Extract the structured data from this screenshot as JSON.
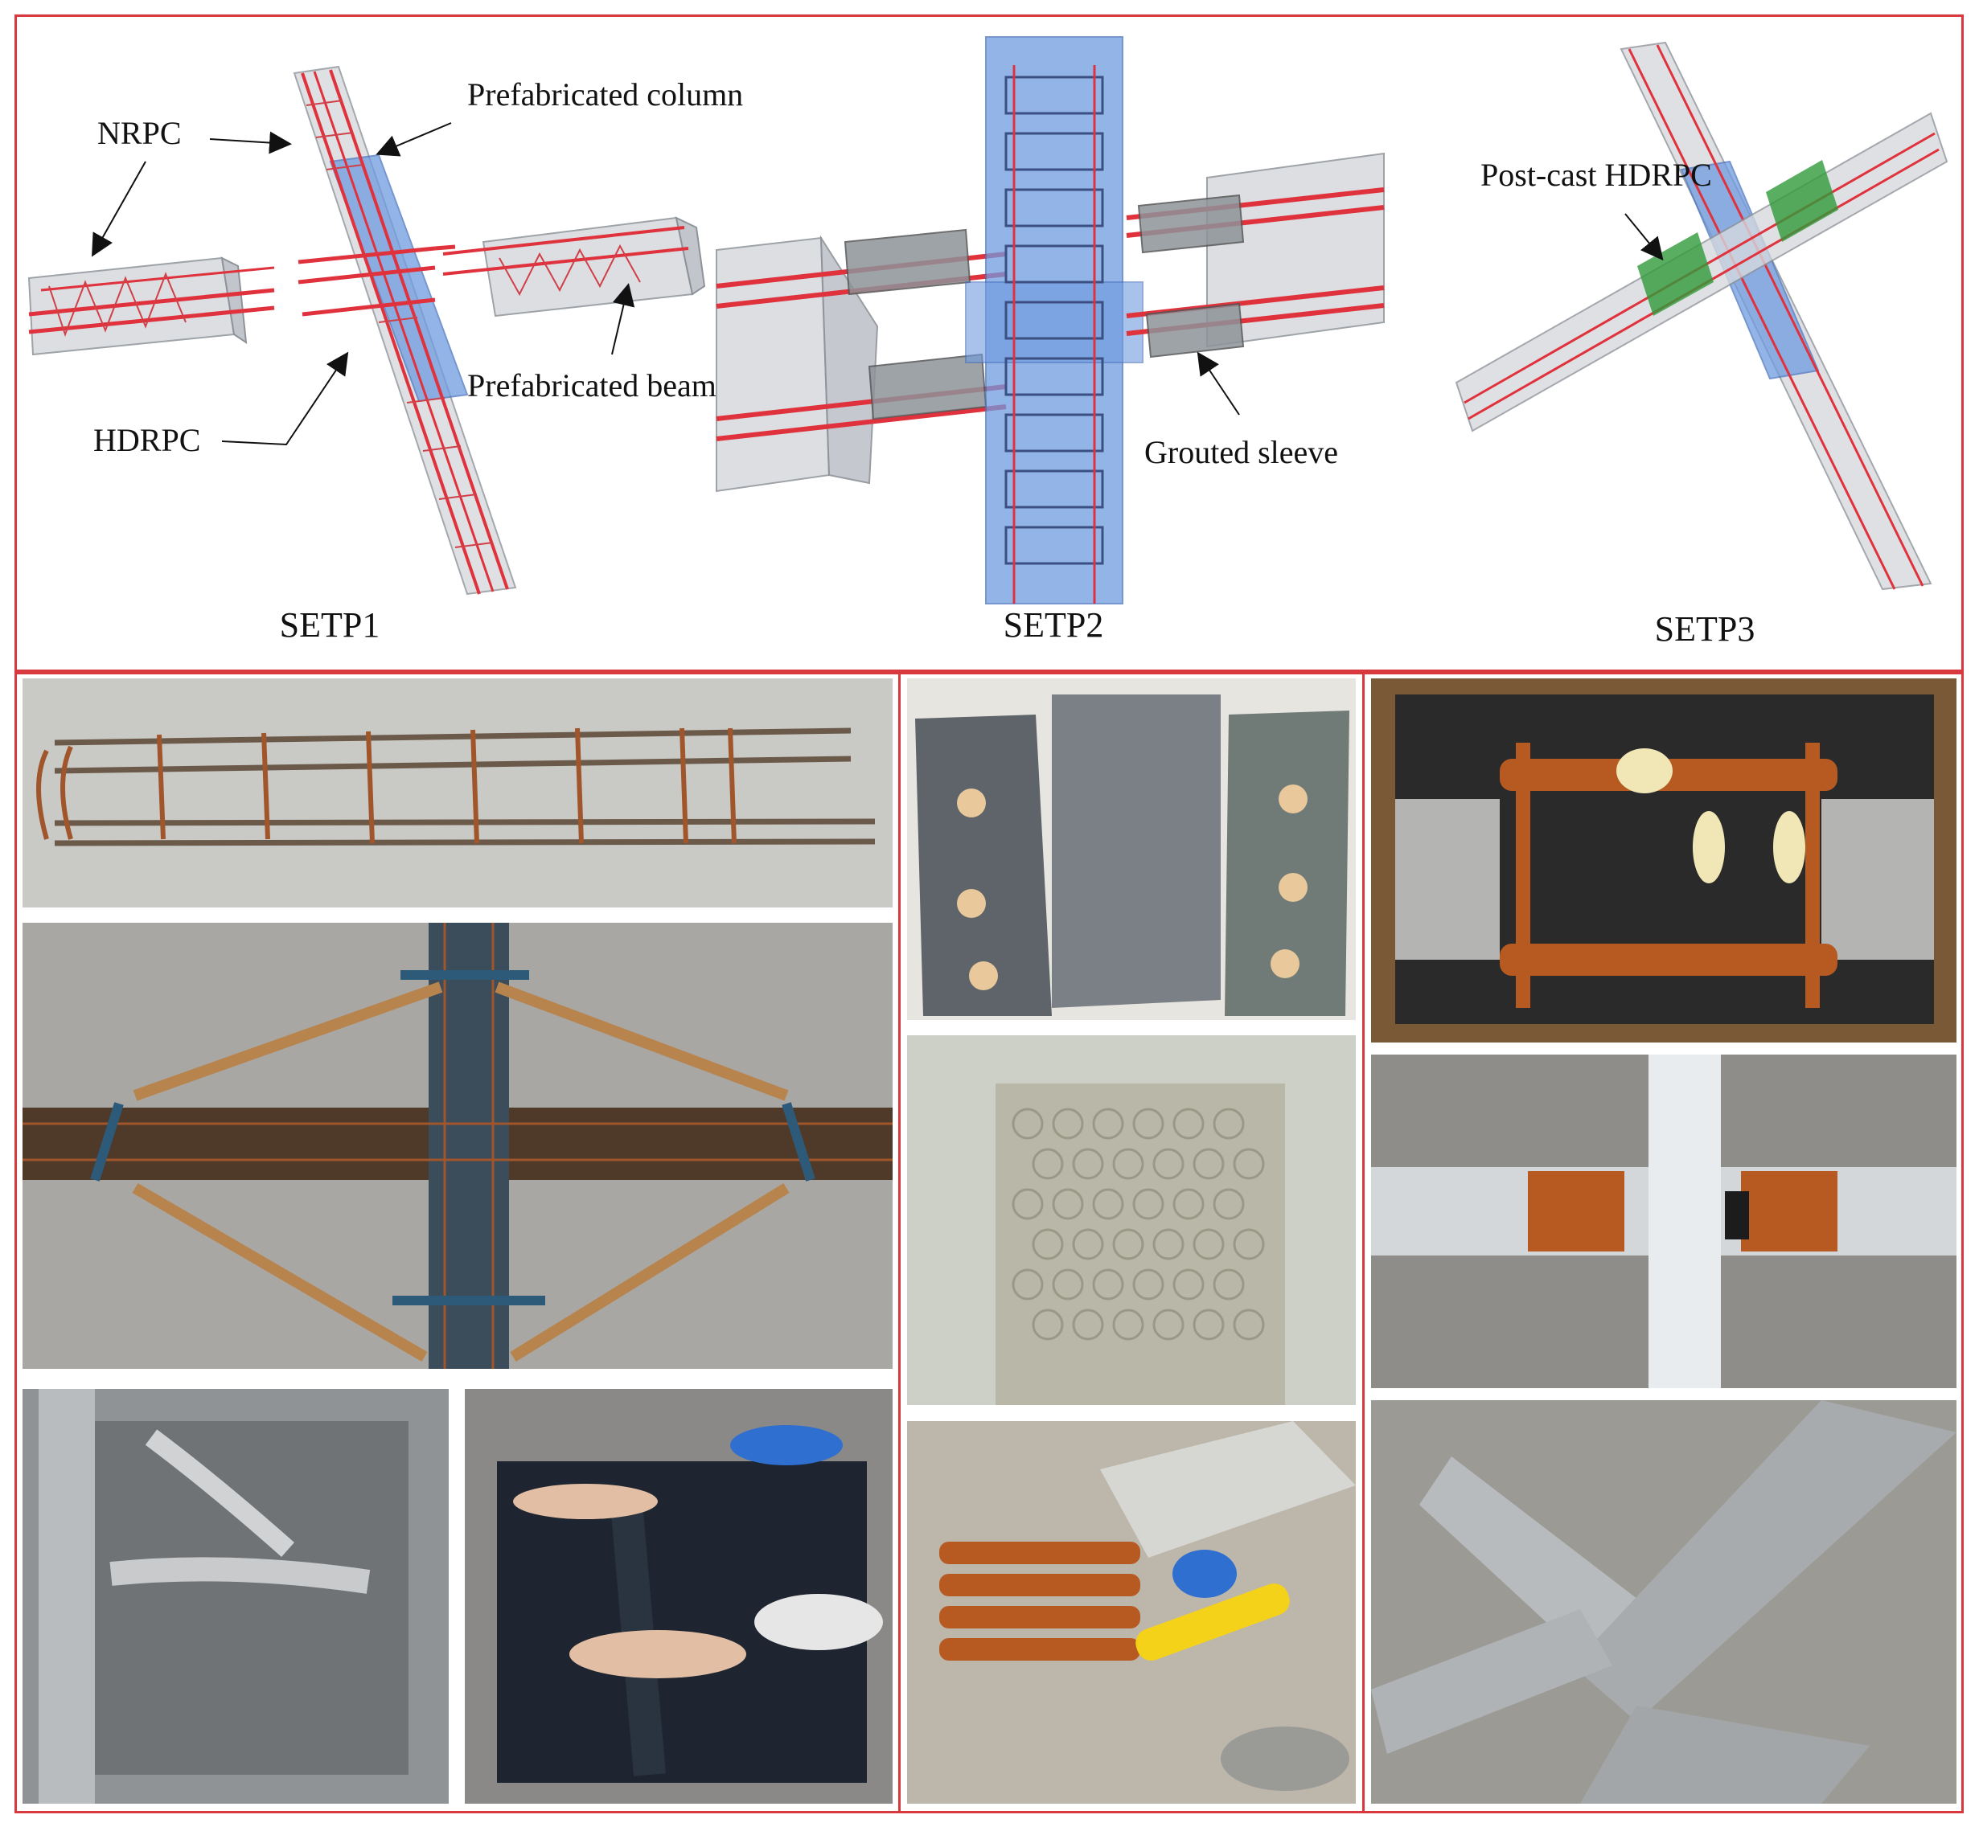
{
  "figure": {
    "steps": [
      {
        "label": "SETP1",
        "annotations": [
          "NRPC",
          "Prefabricated column",
          "Prefabricated beam",
          "HDRPC"
        ]
      },
      {
        "label": "SETP2",
        "annotations": [
          "Grouted sleeve"
        ]
      },
      {
        "label": "SETP3",
        "annotations": [
          "Post-cast HDRPC"
        ]
      }
    ],
    "colors": {
      "frame": "#d8393f",
      "rebar": "#e0323c",
      "concrete_shell": "#c8ccd2",
      "hdrpc_blue": "#6f9be0",
      "post_cast_green": "#2f9a3a"
    }
  }
}
